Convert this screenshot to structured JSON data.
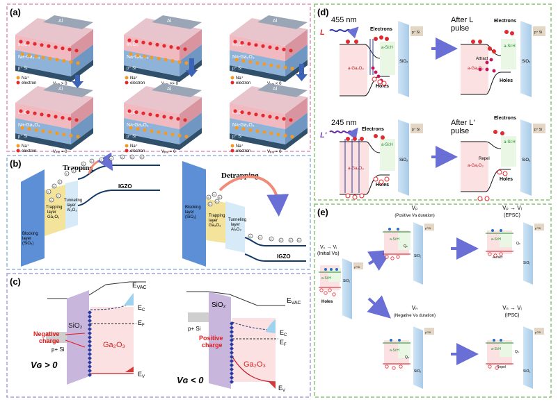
{
  "panel_a": {
    "label": "(a)",
    "layers": {
      "top": "Al",
      "mid1": "In₂O₃",
      "mid2": "Na-Ga₂O₃",
      "bottom": "p⁺ Si"
    },
    "legend": {
      "na": "Na⁺",
      "electron": "electron"
    },
    "conditions_top": [
      "Vₚᵣₑ > 0",
      "Vₚᵣₑ >> 0",
      "Vₚᵣₑ < 0"
    ],
    "conditions_bottom": [
      "Vₚᵣₑ = 0",
      "Vₚᵣₑ = 0",
      "Vₚᵣₑ = 0"
    ]
  },
  "panel_b": {
    "label": "(b)",
    "left_title": "Trapping",
    "right_title": "Detrapping",
    "blocking": [
      "Blocking",
      "layer",
      "(SiO₂)"
    ],
    "trapping": [
      "Trapping",
      "layer",
      "Ga₂O₃"
    ],
    "tunneling": [
      "Tunneling",
      "layer",
      "Al₂O₃"
    ],
    "channel": "IGZO"
  },
  "panel_c": {
    "label": "(c)",
    "evac": "E",
    "evac_sub": "VAC",
    "ec": "E",
    "ec_sub": "C",
    "ef": "E",
    "ef_sub": "F",
    "ev": "E",
    "ev_sub": "V",
    "sio2": "SiO₂",
    "ga2o3": "Ga₂O₃",
    "psi": "p+ Si",
    "neg_charge": [
      "Negative",
      "charge"
    ],
    "pos_charge": [
      "Positive",
      "charge"
    ],
    "vg_pos": "Vɢ > 0",
    "vg_neg": "Vɢ < 0"
  },
  "panel_d": {
    "label": "(d)",
    "wavelength_1": "455 nm",
    "wavelength_2": "245 nm",
    "L": "L",
    "Lp": "L'",
    "after_L": [
      "After L",
      "pulse"
    ],
    "after_Lp": [
      "After L'",
      "pulse"
    ],
    "electrons": "Electrons",
    "holes": "Holes",
    "asih": "a-Si:H",
    "sio2": "SiO₂",
    "psi": "p⁺ Si",
    "agao": "a-Ga₂O₃",
    "attract": "Attract",
    "repel": "Repel"
  },
  "panel_e": {
    "label": "(e)",
    "initial": [
      "V₀ → Vᵢ",
      "(Initial Vɢ)"
    ],
    "vp": [
      "Vₚ",
      "(Positive Vɢ duration)"
    ],
    "vn": [
      "Vₙ",
      "(Negative Vɢ duration)"
    ],
    "vp_vi": [
      "Vₚ → Vᵢ",
      "(EPSC)"
    ],
    "vn_vi": [
      "Vₙ → Vᵢ",
      "(IPSC)"
    ],
    "asih": "a-Si:H",
    "sio2": "SiO₂",
    "psi": "p⁺Si",
    "holes": "Holes",
    "qn": "Qₙ",
    "qp": "Qₚ",
    "attract": "Attract",
    "repel": "Repel"
  },
  "colors": {
    "pink_border": "#e48fb8",
    "blue_border": "#8fb4e0",
    "green_border": "#86c46e",
    "purple_border": "#a79ee0",
    "arrow": "#6a6fd6"
  }
}
